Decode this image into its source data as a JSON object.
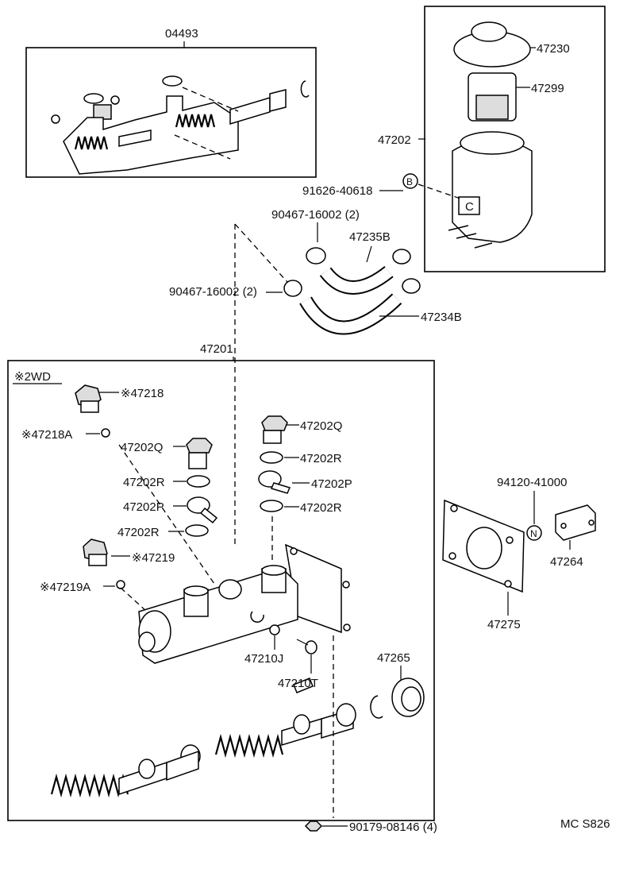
{
  "labels": {
    "l_04493": "04493",
    "l_47230": "47230",
    "l_47299": "47299",
    "l_47202": "47202",
    "l_91626": "91626-40618",
    "l_90467a": "90467-16002 (2)",
    "l_47235b": "47235B",
    "l_90467b": "90467-16002 (2)",
    "l_47234b": "47234B",
    "l_47201": "47201",
    "l_2wd": "※2WD",
    "l_47218": "※47218",
    "l_47218a": "※47218A",
    "l_47202q_l": "47202Q",
    "l_47202r_l1": "47202R",
    "l_47202p_l": "47202P",
    "l_47202r_l2": "47202R",
    "l_47219": "※47219",
    "l_47219a": "※47219A",
    "l_47202q_r": "47202Q",
    "l_47202r_r1": "47202R",
    "l_47202p_r": "47202P",
    "l_47202r_r2": "47202R",
    "l_47210j": "47210J",
    "l_47210t": "47210T",
    "l_47265": "47265",
    "l_94120": "94120-41000",
    "l_47264": "47264",
    "l_47275": "47275",
    "l_90179": "90179-08146 (4)",
    "l_mcs": "MC S826",
    "b_circle": "B",
    "n_circle": "N",
    "c_tag": "C"
  }
}
